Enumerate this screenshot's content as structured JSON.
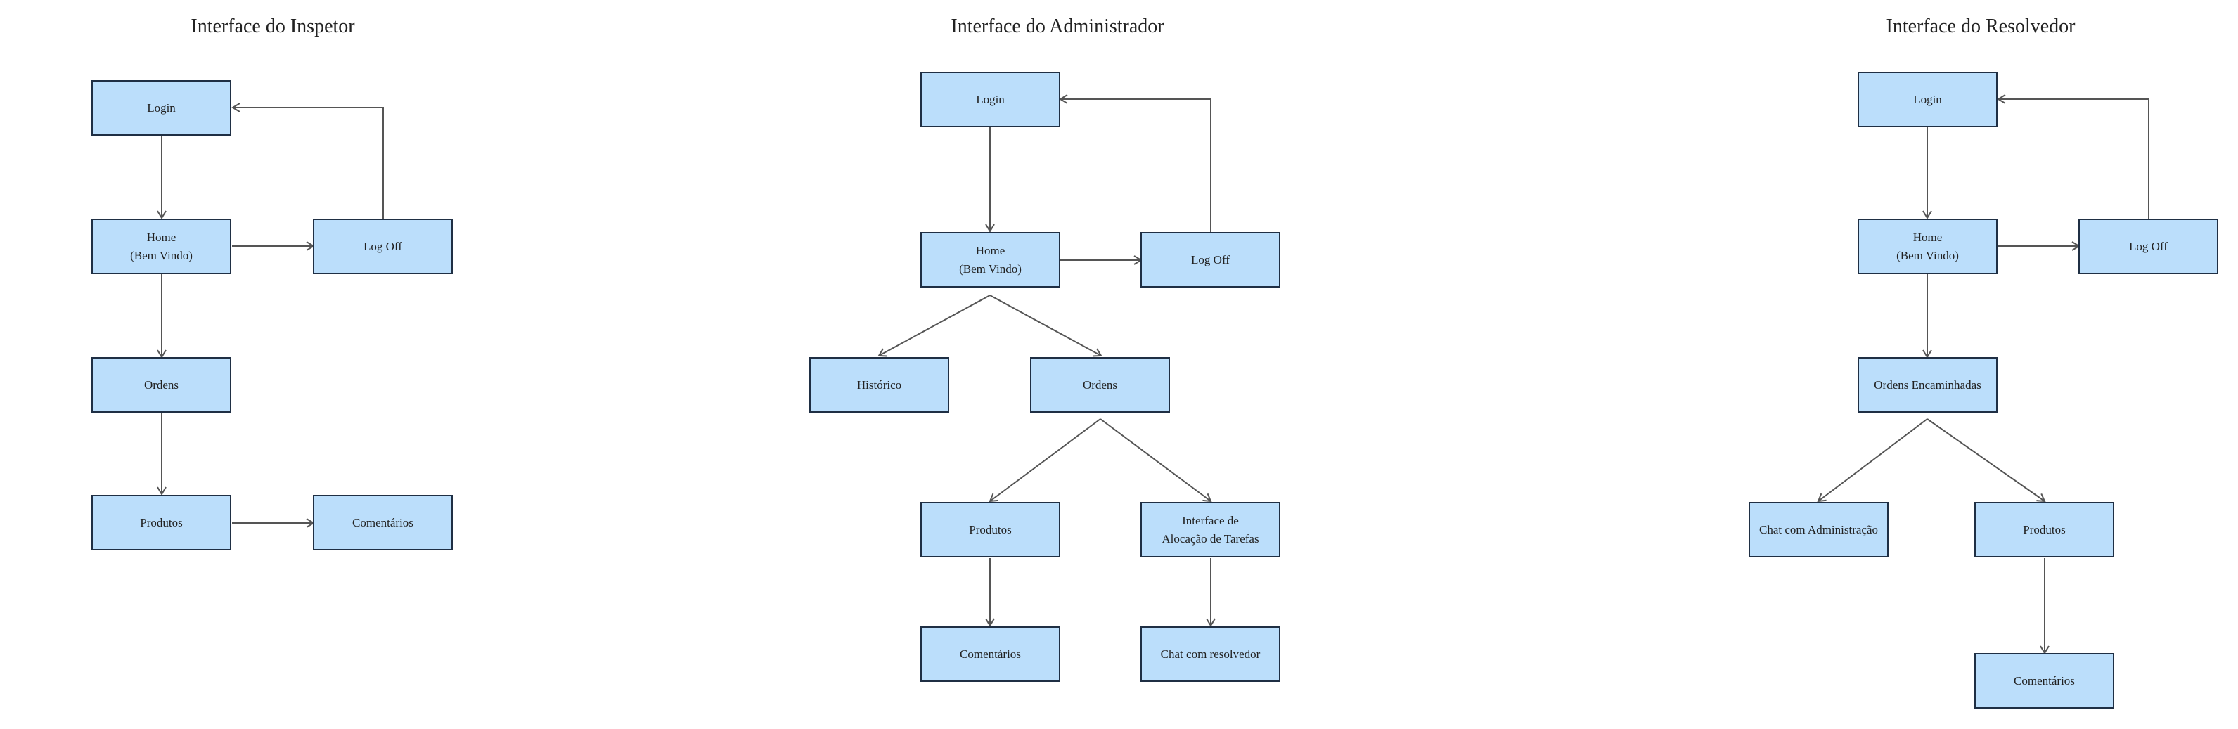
{
  "panels": [
    {
      "id": "inspetor",
      "title": "Interface do Inspetor",
      "nodes": {
        "login": "Login",
        "home": "Home\n(Bem Vindo)",
        "logoff": "Log Off",
        "ordens": "Ordens",
        "produtos": "Produtos",
        "comentarios": "Comentários"
      }
    },
    {
      "id": "administrador",
      "title": "Interface do Administrador",
      "nodes": {
        "login": "Login",
        "home": "Home\n(Bem Vindo)",
        "logoff": "Log Off",
        "historico": "Histórico",
        "ordens": "Ordens",
        "produtos": "Produtos",
        "alocacao": "Interface de\nAlocação de Tarefas",
        "comentarios": "Comentários",
        "chat": "Chat com resolvedor"
      }
    },
    {
      "id": "resolvedor",
      "title": "Interface do Resolvedor",
      "nodes": {
        "login": "Login",
        "home": "Home\n(Bem Vindo)",
        "logoff": "Log Off",
        "ordens": "Ordens Encaminhadas",
        "chat": "Chat com Administração",
        "produtos": "Produtos",
        "comentarios": "Comentários"
      }
    }
  ],
  "colors": {
    "node_fill": "#bbdefb",
    "node_border": "#1f2f44",
    "edge": "#555555"
  }
}
